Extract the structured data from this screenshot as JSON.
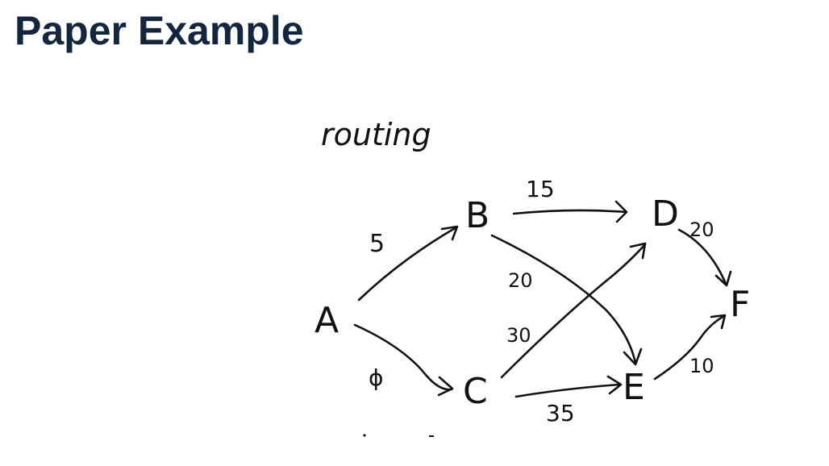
{
  "slide": {
    "title": "Paper Example"
  },
  "diagram": {
    "caption": "routing",
    "nodes": {
      "A": "A",
      "B": "B",
      "C": "C",
      "D": "D",
      "E": "E",
      "F": "F"
    },
    "edges": [
      {
        "from": "A",
        "to": "B",
        "weight": "5"
      },
      {
        "from": "A",
        "to": "C",
        "weight": "ϕ"
      },
      {
        "from": "B",
        "to": "D",
        "weight": "15"
      },
      {
        "from": "B",
        "to": "E",
        "weight": "20"
      },
      {
        "from": "C",
        "to": "D",
        "weight": "30"
      },
      {
        "from": "C",
        "to": "E",
        "weight": "35"
      },
      {
        "from": "D",
        "to": "F",
        "weight": "20"
      },
      {
        "from": "E",
        "to": "F",
        "weight": "10"
      }
    ]
  }
}
